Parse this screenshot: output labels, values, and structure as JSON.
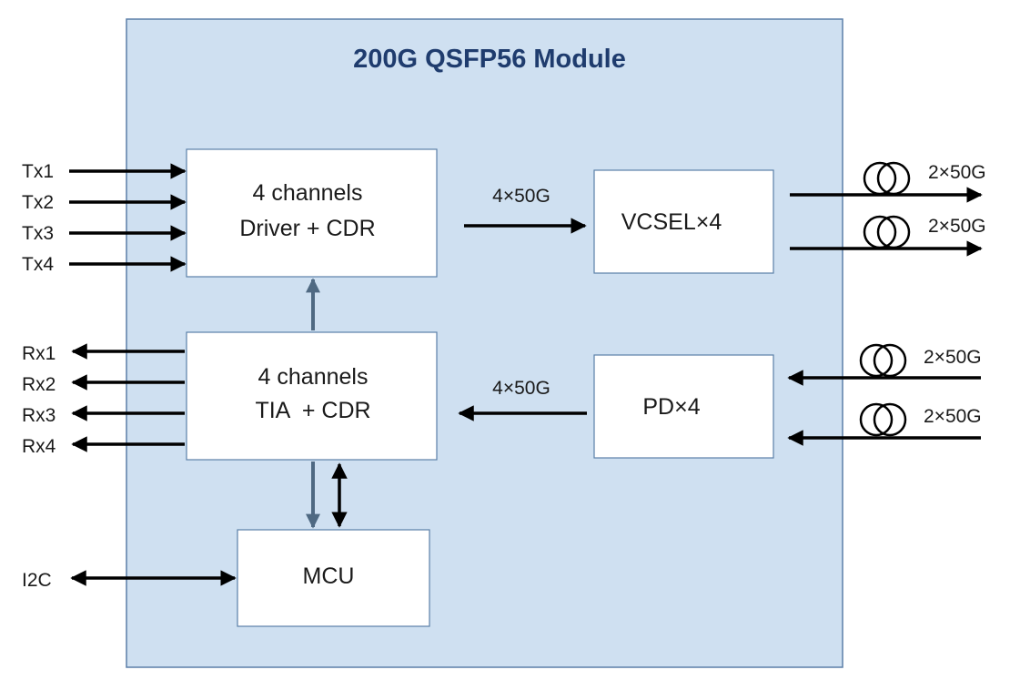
{
  "module": {
    "title": "200G QSFP56 Module",
    "fill": "#cfe0f1",
    "border": "#5b7fa8"
  },
  "blocks": {
    "driver": {
      "line1": "4 channels",
      "line2": "Driver + CDR"
    },
    "tia": {
      "line1": "4 channels",
      "line2": "TIA  + CDR"
    },
    "vcsel": {
      "label": "VCSEL×4"
    },
    "pd": {
      "label": "PD×4"
    },
    "mcu": {
      "label": "MCU"
    }
  },
  "tx_inputs": [
    "Tx1",
    "Tx2",
    "Tx3",
    "Tx4"
  ],
  "rx_outputs": [
    "Rx1",
    "Rx2",
    "Rx3",
    "Rx4"
  ],
  "i2c": {
    "label": "I2C"
  },
  "links": {
    "tx_rate": "4×50G",
    "rx_rate": "4×50G"
  },
  "fibers": {
    "tx": [
      "2×50G",
      "2×50G"
    ],
    "rx": [
      "2×50G",
      "2×50G"
    ]
  },
  "colors": {
    "arrow": "#000000",
    "internal_arrow": "#4f6982"
  }
}
